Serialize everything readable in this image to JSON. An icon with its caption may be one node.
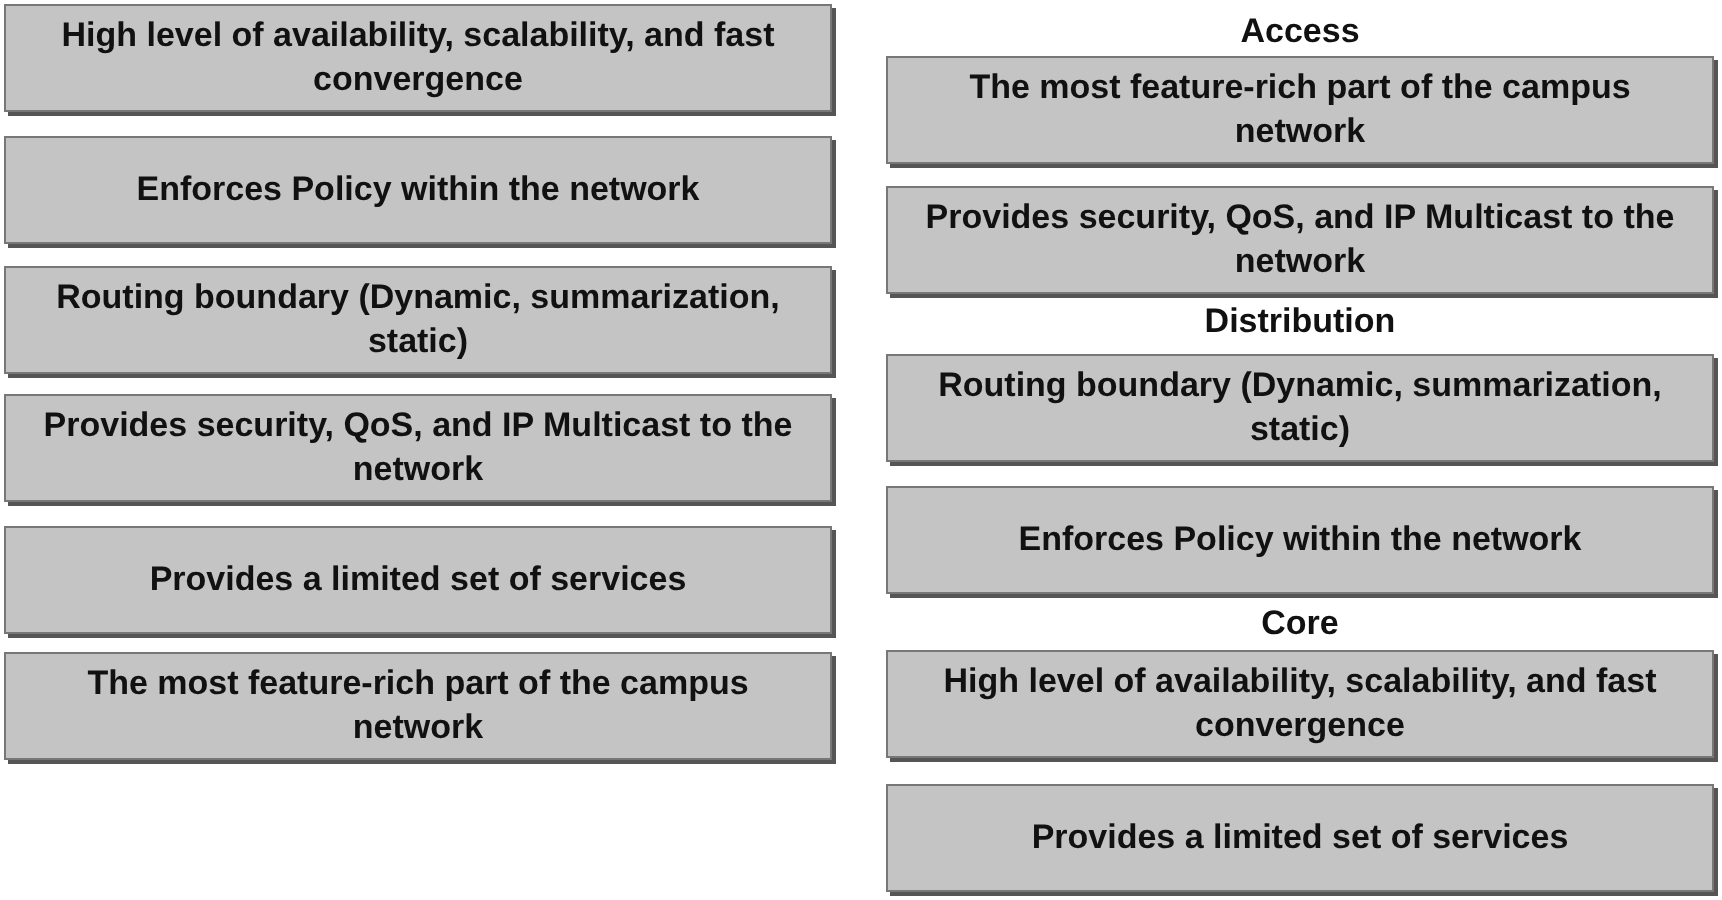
{
  "diagram": {
    "nodes": [
      {
        "text": [
          "High level of availability, scalability, and fast convergence"
        ]
      },
      {
        "text": [
          "Enforces Policy within the network"
        ]
      },
      {
        "text": [
          "Routing boundary (Dynamic, summarization, static)"
        ]
      },
      {
        "text": [
          "Provides security, QoS, and IP Multicast to the network"
        ]
      },
      {
        "text": [
          "Provides a limited set of services"
        ]
      },
      {
        "text": [
          "The most feature-rich part of the campus network"
        ]
      },
      {
        "text": [
          "The most feature-rich part of the campus network"
        ]
      },
      {
        "text": [
          "Provides security, QoS, and IP Multicast to the network"
        ]
      },
      {
        "text": [
          "Routing boundary (Dynamic, summarization, static)"
        ]
      },
      {
        "text": [
          "Enforces Policy within the network"
        ]
      },
      {
        "text": [
          "High level of availability, scalability, and fast convergence"
        ]
      },
      {
        "text": [
          "Provides a limited set of services"
        ]
      }
    ],
    "labels": [
      "Access",
      "Distribution",
      "Core"
    ]
  }
}
